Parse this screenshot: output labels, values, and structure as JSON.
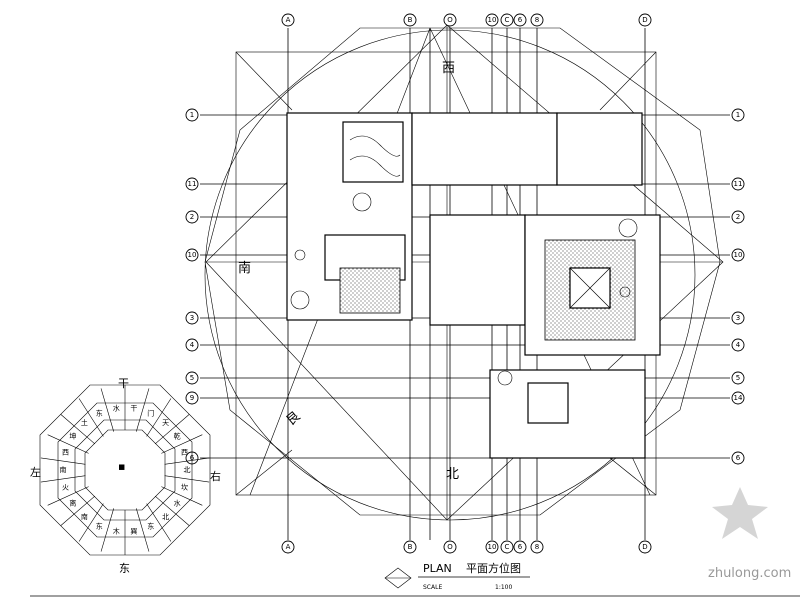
{
  "labels": {
    "west": "西",
    "south": "南",
    "north": "北",
    "east": "东",
    "left": "左",
    "right": "右",
    "top": "干",
    "center": "艮"
  },
  "caption": {
    "plan": "PLAN",
    "title": "平面方位图",
    "scale_label": "SCALE",
    "scale_value": "1:100"
  },
  "watermark": "zhulong.com",
  "axis_columns_top": [
    "A",
    "B",
    "O",
    "10",
    "C",
    "6",
    "8",
    "D"
  ],
  "axis_rows_left": [
    "1",
    "11",
    "2",
    "10",
    "3",
    "4",
    "5",
    "9",
    "6"
  ],
  "axis_rows_right": [
    "1",
    "11",
    "2",
    "10",
    "3",
    "4",
    "5",
    "14",
    "6"
  ],
  "compass_ring_chars": [
    "干",
    "门",
    "天",
    "乾",
    "西",
    "北",
    "坎",
    "水",
    "北",
    "东",
    "巽",
    "木",
    "东",
    "南",
    "离",
    "火",
    "南",
    "西",
    "坤",
    "土",
    "东",
    "水"
  ]
}
